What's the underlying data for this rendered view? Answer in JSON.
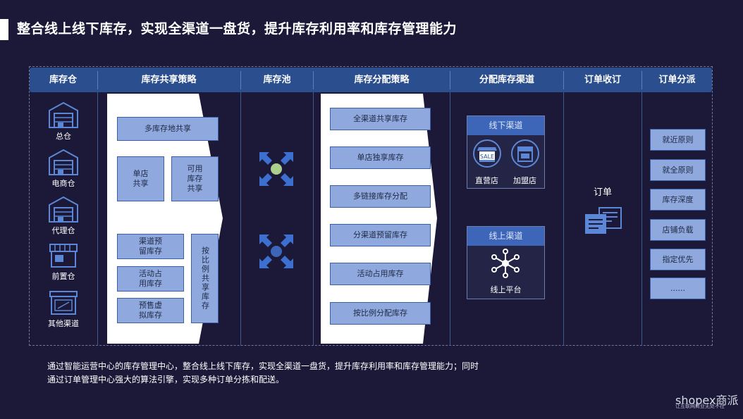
{
  "title": "整合线上线下库存，实现全渠道一盘货，提升库存利用率和库存管理能力",
  "columns": [
    "库存仓",
    "库存共享策略",
    "库存池",
    "库存分配策略",
    "分配库存渠道",
    "订单收订",
    "订单分派"
  ],
  "warehouses": [
    {
      "label": "总仓",
      "icon": "warehouse-icon"
    },
    {
      "label": "电商仓",
      "icon": "warehouse-icon"
    },
    {
      "label": "代理仓",
      "icon": "warehouse-icon"
    },
    {
      "label": "前置仓",
      "icon": "storefront-icon"
    },
    {
      "label": "其他渠道",
      "icon": "shop-icon"
    }
  ],
  "sharing": {
    "multi": "多库存地共享",
    "single": "单店\n共享",
    "available": "可用\n库存\n共享",
    "channel_reserve": "渠道预\n留库存",
    "activity": "活动占\n用库存",
    "presale": "预售虚\n拟库存",
    "ratio": "按比例共享库存"
  },
  "pool": {
    "icons": [
      "converge-arrows-icon",
      "converge-arrows-icon"
    ],
    "dot_colors": [
      "#a9d08e",
      "#3d66b9"
    ]
  },
  "allocation": [
    "全渠道共享库存",
    "单店独享库存",
    "多链接库存分配",
    "分渠道预留库存",
    "活动占用库存",
    "按比例分配库存"
  ],
  "channels": {
    "offline": {
      "title": "线下渠道",
      "items": [
        {
          "label": "直营店",
          "icon": "sale-store-icon"
        },
        {
          "label": "加盟店",
          "icon": "storefront-icon"
        }
      ]
    },
    "online": {
      "title": "线上渠道",
      "items": [
        {
          "label": "线上平台",
          "icon": "network-icon"
        }
      ]
    }
  },
  "order": {
    "label": "订单",
    "icon": "order-document-icon"
  },
  "dispatch": [
    "就近原则",
    "就全原则",
    "库存深度",
    "店铺负载",
    "指定优先",
    "......"
  ],
  "description": [
    "通过智能运营中心的库存管理中心，整合线上线下库存，实现全渠道一盘货，提升库存利用率和库存管理能力；同时",
    "通过订单管理中心强大的算法引擎，实现多种订单分拣和配送。"
  ],
  "logo": {
    "name": "shopex商派",
    "slogan": "让互联网商业无处不在"
  },
  "colors": {
    "background": "#1b1838",
    "header": "#2b4e8f",
    "box": "#8fa8dd",
    "channel_header": "#3d66b9",
    "accent_green": "#a9d08e"
  }
}
